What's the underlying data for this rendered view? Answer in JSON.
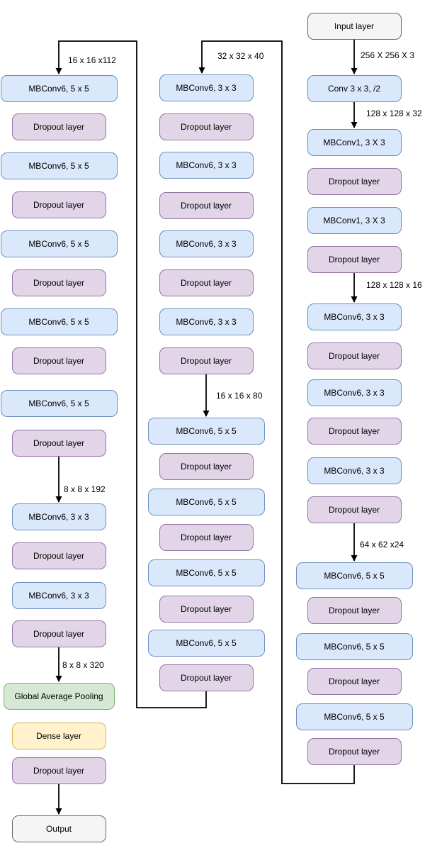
{
  "columns": {
    "right": {
      "items": [
        {
          "type": "io",
          "label": "Input layer"
        },
        {
          "type": "conv",
          "label": "Conv 3 x 3, /2"
        },
        {
          "type": "conv",
          "label": "MBConv1, 3 X 3"
        },
        {
          "type": "dropout",
          "label": "Dropout layer"
        },
        {
          "type": "conv",
          "label": "MBConv1, 3 X 3"
        },
        {
          "type": "dropout",
          "label": "Dropout layer"
        },
        {
          "type": "conv",
          "label": "MBConv6, 3 x 3"
        },
        {
          "type": "dropout",
          "label": "Dropout layer"
        },
        {
          "type": "conv",
          "label": "MBConv6, 3 x 3"
        },
        {
          "type": "dropout",
          "label": "Dropout layer"
        },
        {
          "type": "conv",
          "label": "MBConv6, 3 x 3"
        },
        {
          "type": "dropout",
          "label": "Dropout layer"
        },
        {
          "type": "conv",
          "label": "MBConv6, 5 x 5"
        },
        {
          "type": "dropout",
          "label": "Dropout layer"
        },
        {
          "type": "conv",
          "label": "MBConv6, 5 x 5"
        },
        {
          "type": "dropout",
          "label": "Dropout layer"
        },
        {
          "type": "conv",
          "label": "MBConv6, 5 x 5"
        },
        {
          "type": "dropout",
          "label": "Dropout layer"
        }
      ]
    },
    "middle": {
      "items": [
        {
          "type": "conv",
          "label": "MBConv6, 3 x 3"
        },
        {
          "type": "dropout",
          "label": "Dropout layer"
        },
        {
          "type": "conv",
          "label": "MBConv6, 3 x 3"
        },
        {
          "type": "dropout",
          "label": "Dropout layer"
        },
        {
          "type": "conv",
          "label": "MBConv6, 3 x 3"
        },
        {
          "type": "dropout",
          "label": "Dropout layer"
        },
        {
          "type": "conv",
          "label": "MBConv6, 3 x 3"
        },
        {
          "type": "dropout",
          "label": "Dropout layer"
        },
        {
          "type": "conv",
          "label": "MBConv6, 5 x 5"
        },
        {
          "type": "dropout",
          "label": "Dropout layer"
        },
        {
          "type": "conv",
          "label": "MBConv6, 5 x 5"
        },
        {
          "type": "dropout",
          "label": "Dropout layer"
        },
        {
          "type": "conv",
          "label": "MBConv6, 5 x 5"
        },
        {
          "type": "dropout",
          "label": "Dropout layer"
        },
        {
          "type": "conv",
          "label": "MBConv6, 5 x 5"
        },
        {
          "type": "dropout",
          "label": "Dropout layer"
        }
      ]
    },
    "left": {
      "items": [
        {
          "type": "conv",
          "label": "MBConv6, 5 x 5"
        },
        {
          "type": "dropout",
          "label": "Dropout layer"
        },
        {
          "type": "conv",
          "label": "MBConv6, 5 x 5"
        },
        {
          "type": "dropout",
          "label": "Dropout layer"
        },
        {
          "type": "conv",
          "label": "MBConv6, 5 x 5"
        },
        {
          "type": "dropout",
          "label": "Dropout layer"
        },
        {
          "type": "conv",
          "label": "MBConv6, 5 x 5"
        },
        {
          "type": "dropout",
          "label": "Dropout layer"
        },
        {
          "type": "conv",
          "label": "MBConv6, 5 x 5"
        },
        {
          "type": "dropout",
          "label": "Dropout layer"
        },
        {
          "type": "conv",
          "label": "MBConv6, 3 x 3"
        },
        {
          "type": "dropout",
          "label": "Dropout layer"
        },
        {
          "type": "conv",
          "label": "MBConv6, 3 x 3"
        },
        {
          "type": "dropout",
          "label": "Dropout layer"
        },
        {
          "type": "pool",
          "label": "Global Average Pooling"
        },
        {
          "type": "dense",
          "label": "Dense layer"
        },
        {
          "type": "dropout",
          "label": "Dropout layer"
        },
        {
          "type": "io",
          "label": "Output"
        }
      ]
    }
  },
  "shape_labels": {
    "input_to_conv": "256 X 256 X 3",
    "conv_to_mbconv1": "128 x 128 x 32",
    "to_mbconv6_3x3": "128 x 128 x 16",
    "to_mbconv6_5x5": "64 x 62 x24",
    "right_to_middle": "32 x 32 x 40",
    "middle_transition": "16 x 16 x 80",
    "middle_to_left": "16 x 16 x112",
    "left_transition_1": "8 x 8 x 192",
    "left_transition_2": "8 x 8 x 320"
  },
  "colors": {
    "conv_fill": "#dae8fc",
    "conv_border": "#6c8ebf",
    "dropout_fill": "#e1d5e7",
    "dropout_border": "#9673a6",
    "pool_fill": "#d5e8d4",
    "pool_border": "#82b366",
    "dense_fill": "#fff2cc",
    "dense_border": "#d6b656",
    "io_fill": "#f5f5f5",
    "io_border": "#666666",
    "arrow": "#000000"
  }
}
